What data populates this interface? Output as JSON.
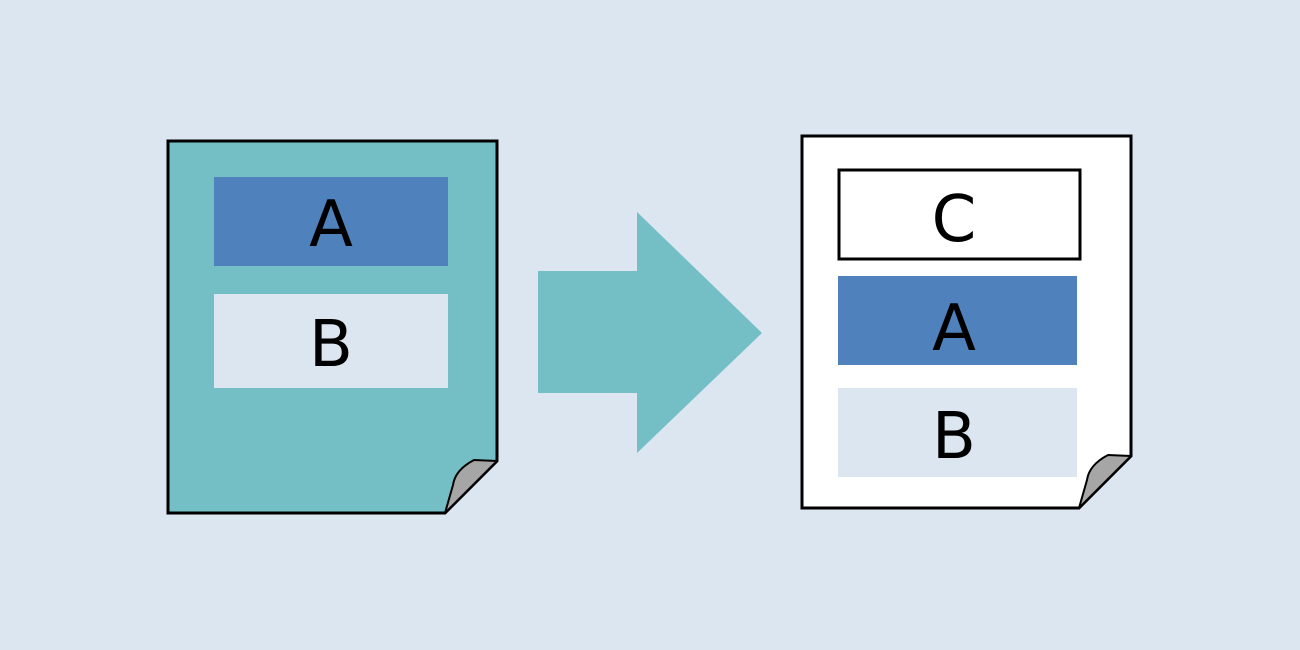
{
  "diagram": {
    "source_document": {
      "blocks": [
        {
          "label": "A",
          "color": "#4f81bd"
        },
        {
          "label": "B",
          "color": "#dce6f1"
        }
      ],
      "page_color": "#73bfc5"
    },
    "arrow": {
      "color": "#73bfc5"
    },
    "result_document": {
      "blocks": [
        {
          "label": "C",
          "color": "#ffffff"
        },
        {
          "label": "A",
          "color": "#4f81bd"
        },
        {
          "label": "B",
          "color": "#dce6f1"
        }
      ],
      "page_color": "#ffffff"
    },
    "background_color": "#dce6f1"
  }
}
